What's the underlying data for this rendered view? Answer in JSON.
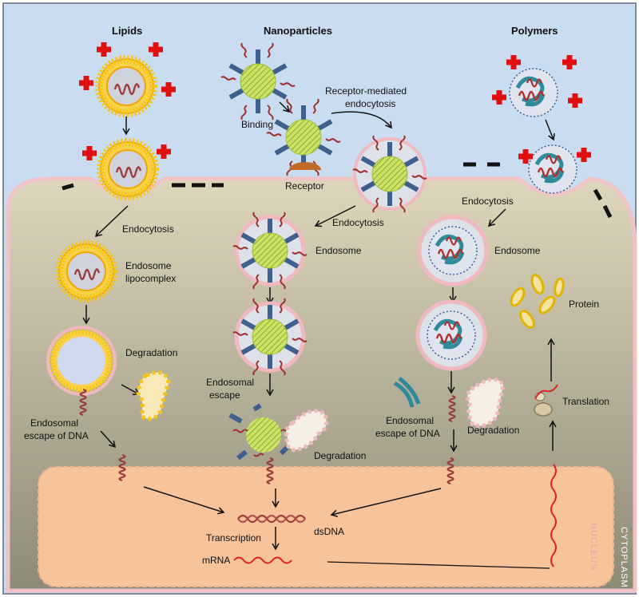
{
  "headers": {
    "lipids": "Lipids",
    "nanoparticles": "Nanoparticles",
    "polymers": "Polymers"
  },
  "labels": {
    "binding": "Binding",
    "receptor_mediated_1": "Receptor-mediated",
    "receptor_mediated_2": "endocytosis",
    "receptor": "Receptor",
    "endocytosis_lipids": "Endocytosis",
    "endocytosis_np": "Endocytosis",
    "endocytosis_poly": "Endocytosis",
    "endosome_lipo_1": "Endosome",
    "endosome_lipo_2": "lipocomplex",
    "endosome_np": "Endosome",
    "endosome_poly": "Endosome",
    "degradation_lipids": "Degradation",
    "degradation_np": "Degradation",
    "degradation_poly": "Degradation",
    "escape_lipids_1": "Endosomal",
    "escape_lipids_2": "escape of DNA",
    "escape_np_1": "Endosomal",
    "escape_np_2": "escape",
    "escape_poly_1": "Endosomal",
    "escape_poly_2": "escape of DNA",
    "protein": "Protein",
    "translation": "Translation",
    "transcription": "Transcription",
    "dsdna": "dsDNA",
    "mrna": "mRNA",
    "cytoplasm": "CYTOPLASM",
    "nucleus": "NUCLEUS"
  },
  "colors": {
    "extracellular": "#c9dcf0",
    "cytoplasm_top": "#d9d2b6",
    "cytoplasm_bottom": "#8f8c78",
    "membrane": "#f2c9cc",
    "nucleus_fill": "#f7c39a",
    "nucleus_border": "#e7b28c",
    "lipid_yellow": "#f5c518",
    "lipid_orange": "#f0a500",
    "np_core": "#b9d84a",
    "ligand_blue": "#3f5f8f",
    "dna_red": "#9b3b3b",
    "polymer_teal": "#2f8a9a",
    "mrna_red": "#e02020",
    "positive_charge": "#e01010",
    "receptor_brown": "#c26a2a"
  }
}
